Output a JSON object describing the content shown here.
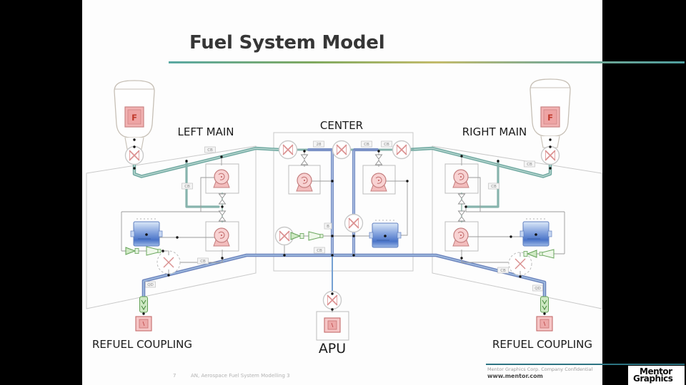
{
  "slide": {
    "title": "Fuel System Model",
    "footer": {
      "page_number": "7",
      "deck_title": "AN, Aerospace Fuel System Modelling 3",
      "confidential": "Mentor Graphics Corp. Company Confidential",
      "website": "www.mentor.com",
      "logo_line1": "Mentor",
      "logo_line2": "Graphics"
    }
  },
  "diagram": {
    "labels": {
      "left_main": "LEFT MAIN",
      "center": "CENTER",
      "right_main": "RIGHT MAIN",
      "apu": "APU",
      "refuel_left": "REFUEL COUPLING",
      "refuel_right": "REFUEL COUPLING"
    },
    "engine_feed_label": "F",
    "tags": {
      "cb": "CB",
      "t28": "28",
      "qd": "QD",
      "b": "B"
    },
    "colors": {
      "pipe_teal": "#6fa8a0",
      "pipe_blue": "#6d84bd",
      "pump_pink": "#f8d2d2",
      "tank_blue": "#4a74c8",
      "valve_pink": "#db9090",
      "green_component": "#cfe9c4",
      "red_component": "#f6c7c7",
      "title_rule": "#5aa9a3",
      "footer_divider": "#2d7482"
    }
  }
}
